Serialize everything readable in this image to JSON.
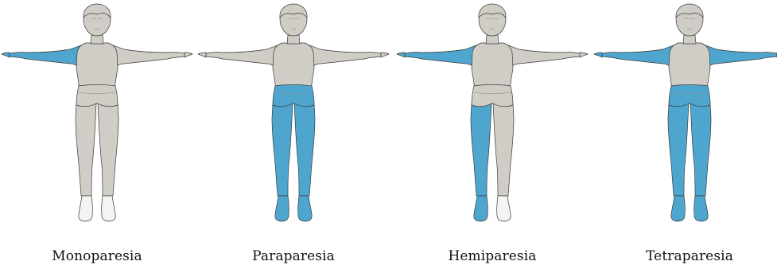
{
  "figure": {
    "panels": [
      {
        "label": "Monoparesia",
        "affected": [
          "right-arm"
        ]
      },
      {
        "label": "Paraparesia",
        "affected": [
          "pelvis",
          "left-leg",
          "right-leg"
        ]
      },
      {
        "label": "Hemiparesia",
        "affected": [
          "right-arm",
          "right-leg"
        ]
      },
      {
        "label": "Tetraparesia",
        "affected": [
          "right-arm",
          "left-arm",
          "pelvis",
          "left-leg",
          "right-leg"
        ]
      }
    ],
    "colors": {
      "affected": "#4ea6cf",
      "unaffected": "#cfcdc5",
      "outline": "#3a3a3a",
      "shoe_unaffected": "#f4f4f2"
    }
  }
}
